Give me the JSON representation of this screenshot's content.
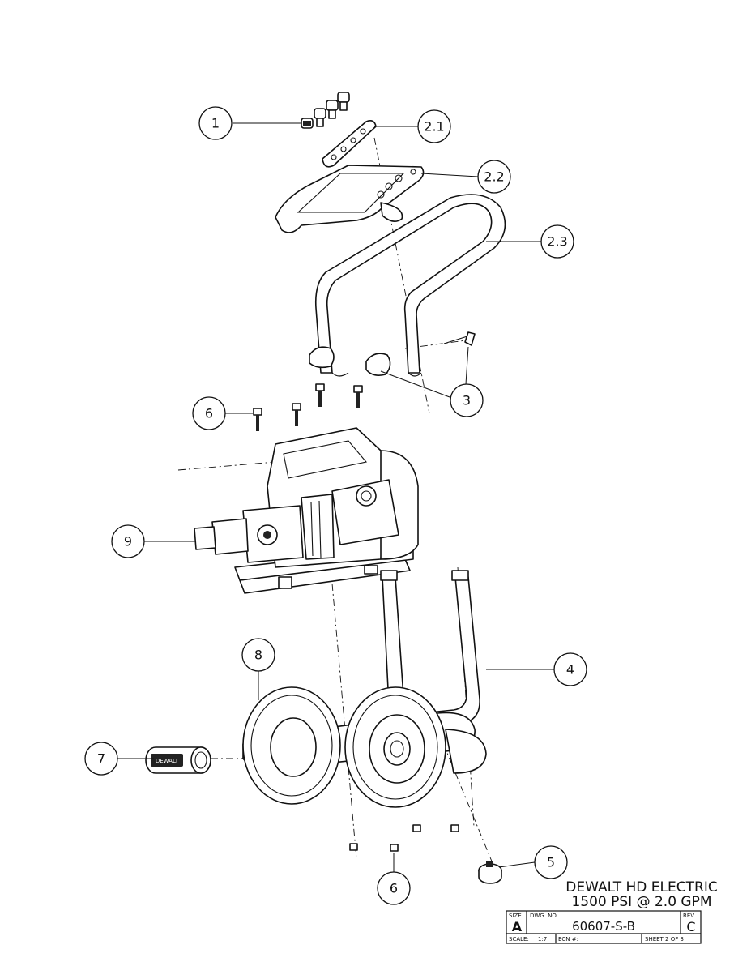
{
  "callouts": [
    {
      "id": "1",
      "label": "1"
    },
    {
      "id": "2_1",
      "label": "2.1"
    },
    {
      "id": "2_2",
      "label": "2.2"
    },
    {
      "id": "2_3",
      "label": "2.3"
    },
    {
      "id": "3",
      "label": "3"
    },
    {
      "id": "6a",
      "label": "6"
    },
    {
      "id": "9",
      "label": "9"
    },
    {
      "id": "8",
      "label": "8"
    },
    {
      "id": "4",
      "label": "4"
    },
    {
      "id": "7",
      "label": "7"
    },
    {
      "id": "5",
      "label": "5"
    },
    {
      "id": "6b",
      "label": "6"
    }
  ],
  "brand_mark": "DEWALT",
  "title_block": {
    "title_line1": "DEWALT HD ELECTRIC",
    "title_line2": "1500 PSI @ 2.0 GPM",
    "size_label": "SIZE",
    "size_value": "A",
    "dwg_no_label": "DWG. NO.",
    "dwg_no_value": "60607-S-B",
    "rev_label": "REV.",
    "rev_value": "C",
    "scale_label": "SCALE:",
    "scale_value": "1:7",
    "ecn_label": "ECN #:",
    "sheet_label": "SHEET 2 OF 3"
  }
}
